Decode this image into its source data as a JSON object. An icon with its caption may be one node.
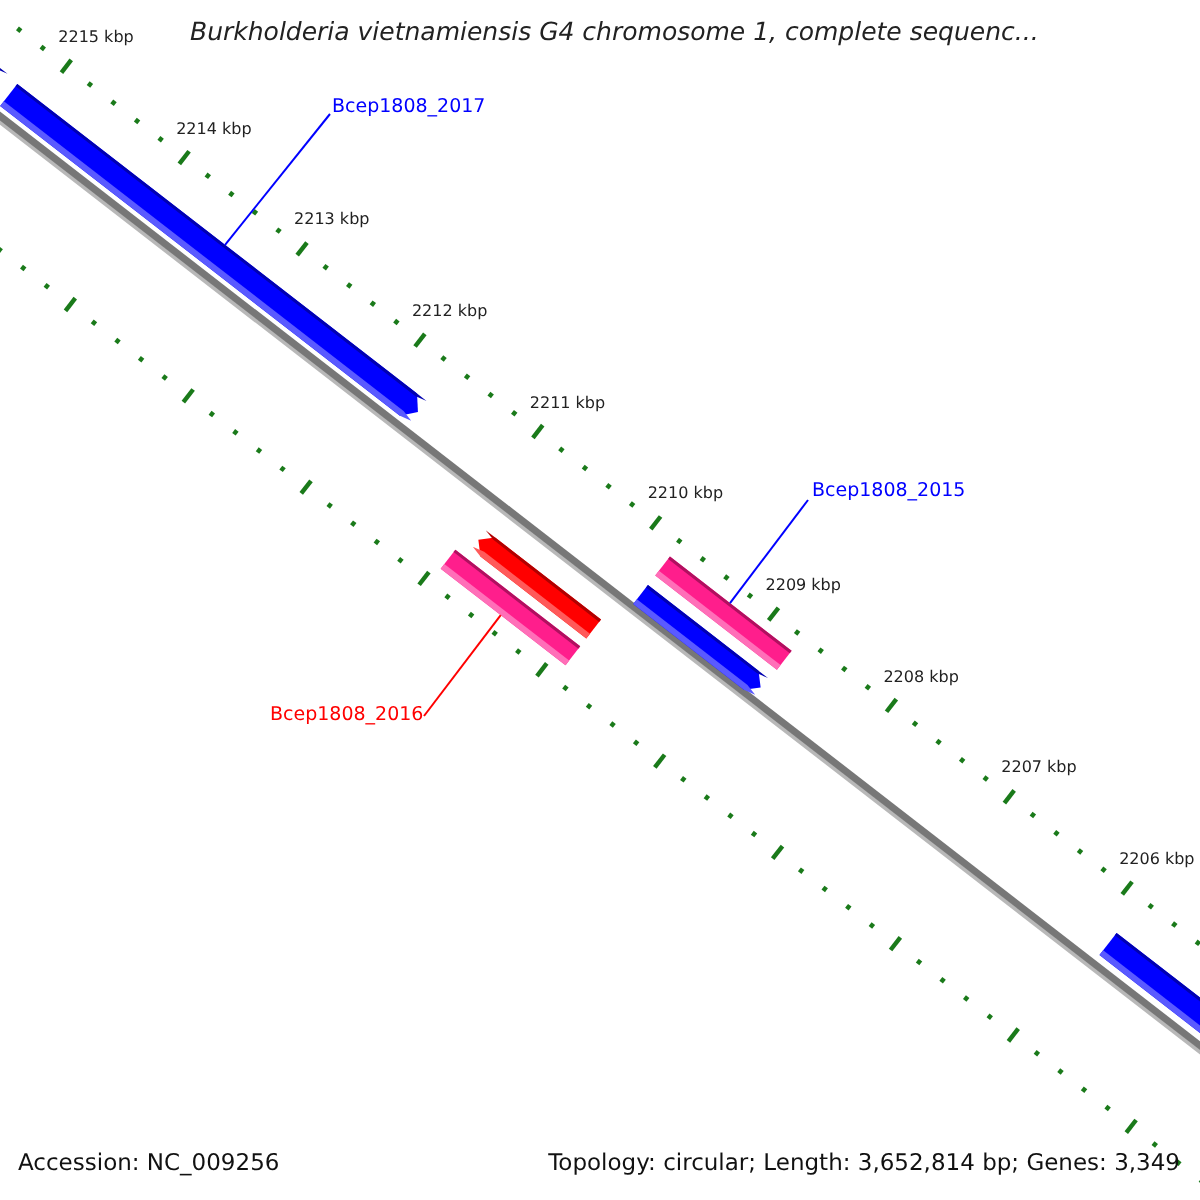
{
  "diagram": {
    "title": "Burkholderia vietnamiensis G4 chromosome 1, complete sequenc...",
    "nodes": [
      {
        "text": [
          "Bcep1808_2017"
        ]
      },
      {
        "text": [],
        "shape": "arrow"
      },
      {
        "text": [
          "Bcep1808_2015"
        ]
      },
      {
        "text": [],
        "shape": "bar"
      },
      {
        "text": [
          "Bcep1808_2016"
        ]
      },
      {
        "text": [],
        "shape": "bar"
      },
      {
        "text": [],
        "shape": "arrow"
      },
      {
        "text": [],
        "shape": "arrow"
      },
      {
        "text": [],
        "shape": "arrow"
      },
      {
        "text": [],
        "shape": "arrow"
      }
    ],
    "edges": [
      {
        "from": 0,
        "to": 1,
        "arrow": "none"
      },
      {
        "from": 2,
        "to": 5,
        "arrow": "none"
      },
      {
        "from": 4,
        "to": 3,
        "arrow": "none",
        "color": "#ff0000"
      }
    ],
    "labels": [
      "2215 kbp",
      "2214 kbp",
      "2213 kbp",
      "2212 kbp",
      "2211 kbp",
      "2210 kbp",
      "2209 kbp",
      "2208 kbp",
      "2207 kbp",
      "2206 kbp",
      "Accession: NC_009256",
      "Topology: circular; Length: 3,652,814 bp; Genes: 3,349"
    ]
  }
}
